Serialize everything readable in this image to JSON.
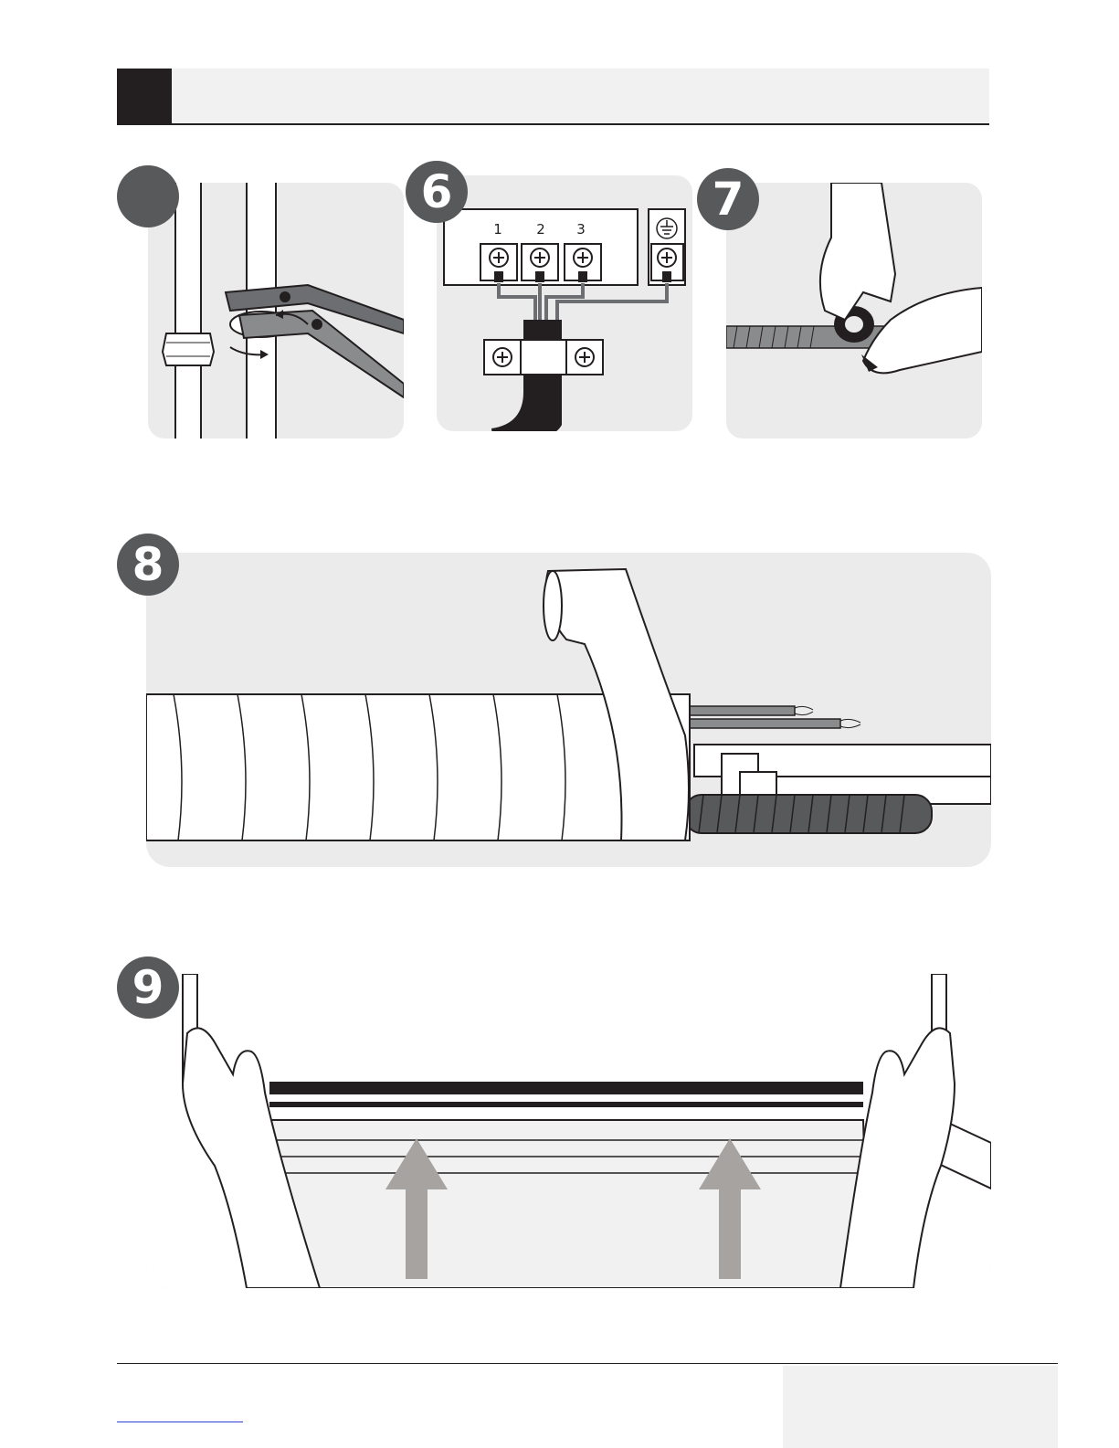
{
  "header": {
    "title": ""
  },
  "steps": [
    {
      "number": "",
      "name": "wrench-tighten-connection"
    },
    {
      "number": "6",
      "name": "terminal-block-wiring",
      "terminals": [
        "1",
        "2",
        "3"
      ]
    },
    {
      "number": "7",
      "name": "tape-wrapping-hands"
    },
    {
      "number": "8",
      "name": "pipe-insulation-wrap"
    },
    {
      "number": "9",
      "name": "fit-unit-to-bracket"
    }
  ],
  "colors": {
    "badge": "#58595b",
    "panel": "#ecebec",
    "header_block": "#231f20",
    "arrow": "#a7a3a0"
  },
  "footer": {
    "page_label": ""
  }
}
